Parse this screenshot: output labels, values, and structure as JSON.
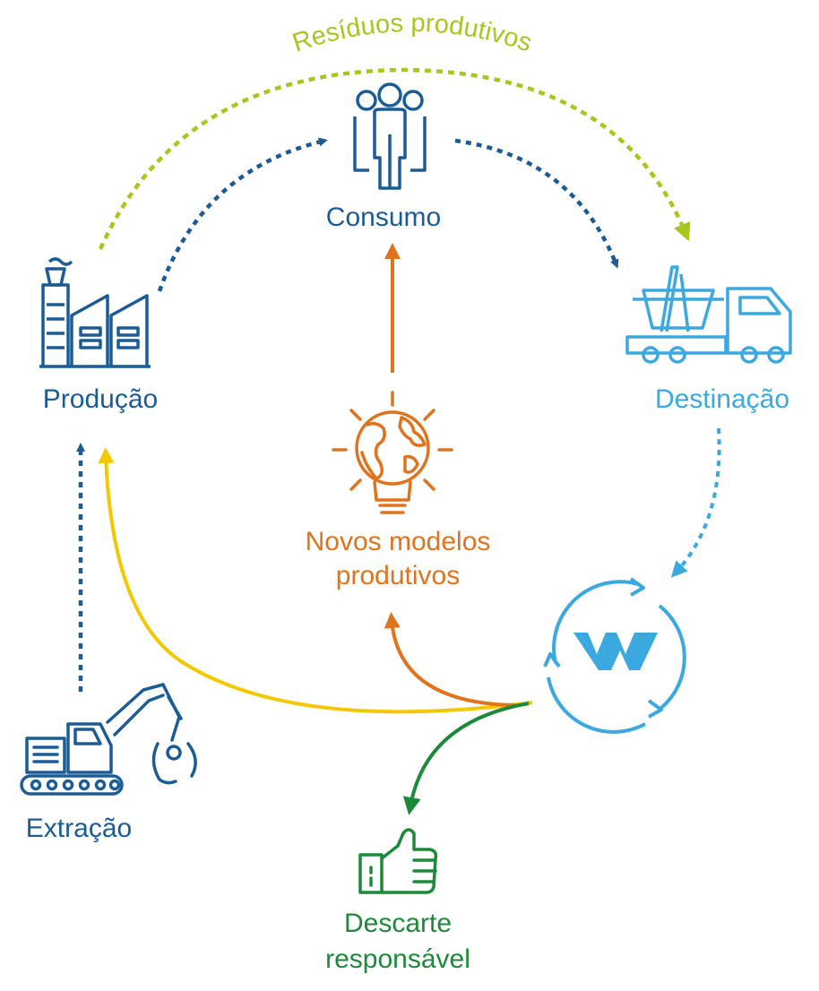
{
  "colors": {
    "dark_blue": "#1B5C96",
    "light_blue": "#3BA9E0",
    "lime": "#A7C71E",
    "orange": "#E0731C",
    "yellow": "#F4C800",
    "green": "#1C8A3A",
    "white": "#ffffff"
  },
  "arc_label": "Resíduos produtivos",
  "nodes": {
    "consumo": {
      "label": "Consumo",
      "icon": "people-group-icon"
    },
    "producao": {
      "label": "Produção",
      "icon": "factory-icon"
    },
    "destinacao": {
      "label": "Destinação",
      "icon": "skip-truck-icon"
    },
    "novos_modelos": {
      "line1": "Novos modelos",
      "line2": "produtivos",
      "icon": "globe-lightbulb-icon"
    },
    "reciclagem": {
      "icon": "recycle-logo-icon"
    },
    "extracao": {
      "label": "Extração",
      "icon": "excavator-icon"
    },
    "descarte": {
      "line1": "Descarte",
      "line2": "responsável",
      "icon": "thumbs-up-icon"
    }
  }
}
